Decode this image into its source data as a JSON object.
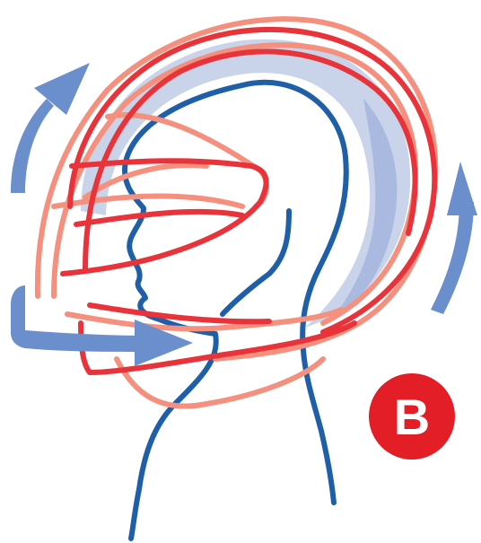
{
  "diagram": {
    "badge_label": "B",
    "colors": {
      "head_outline": "#1f5fa8",
      "helmet_red": "#e8333a",
      "helmet_salmon": "#f4907d",
      "padding_fill": "#c9d3ea",
      "padding_shade": "#aab9e0",
      "motion_arrow": "#6b8fcc",
      "badge_fill": "#e41e26",
      "badge_text": "#ffffff"
    },
    "parts": [
      "head-profile",
      "helmet-shell",
      "helmet-padding",
      "face-mask",
      "rotation-arrows",
      "section-badge"
    ]
  }
}
